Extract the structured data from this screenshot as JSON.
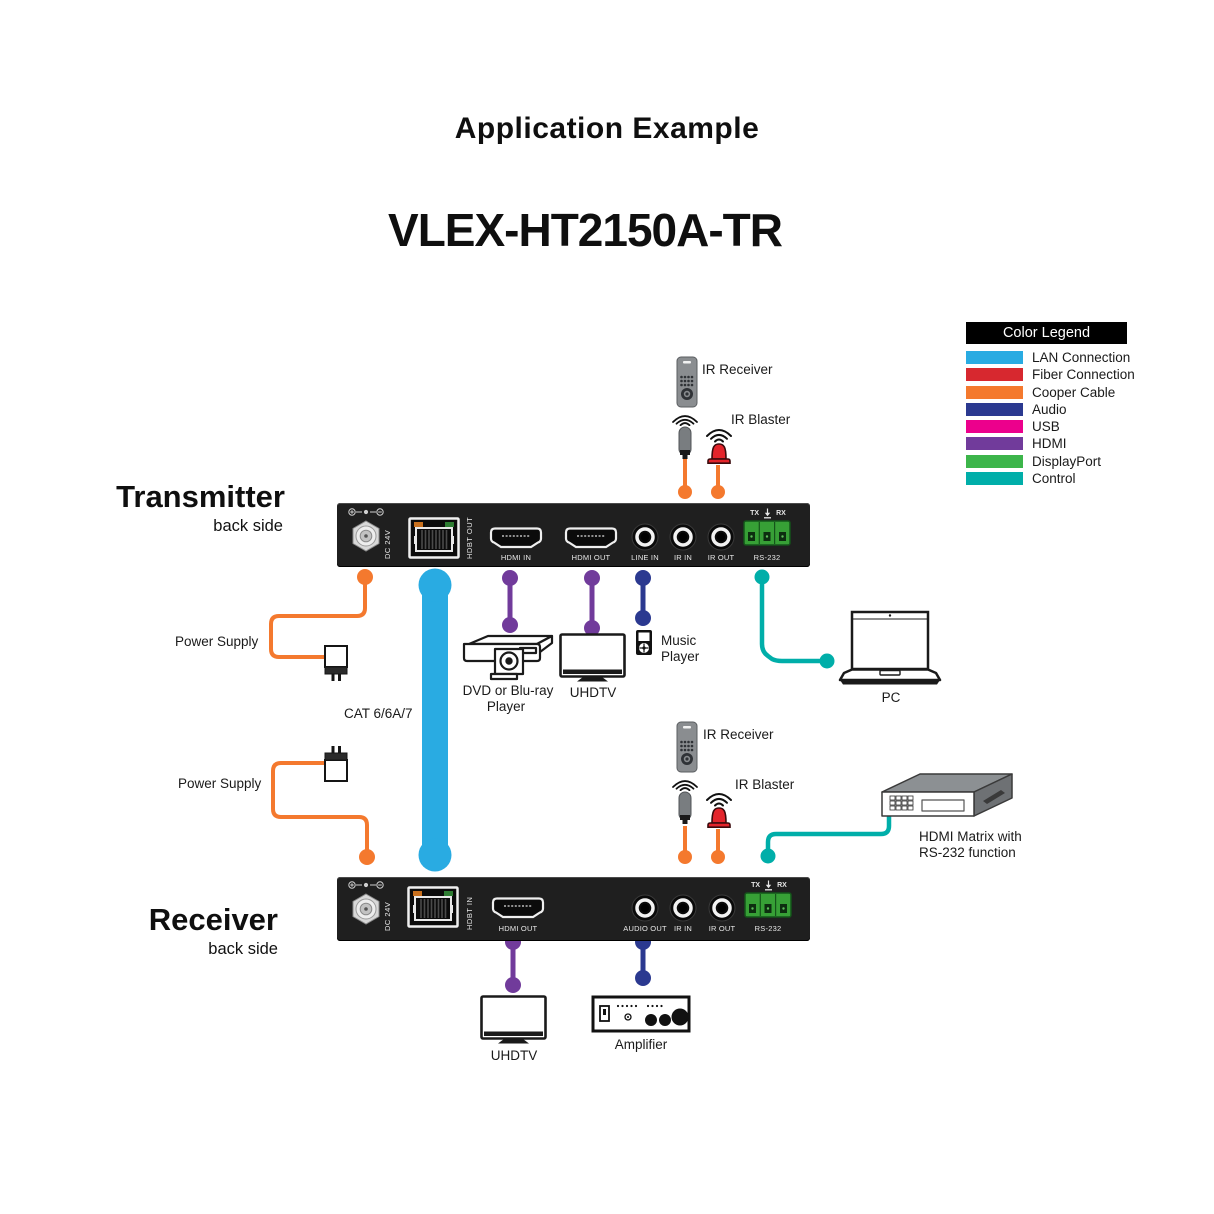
{
  "header": {
    "title": "Application Example",
    "model": "VLEX-HT2150A-TR"
  },
  "legend": {
    "title": "Color Legend",
    "items": [
      {
        "label": "LAN Connection",
        "color": "#29ABE2"
      },
      {
        "label": "Fiber Connection",
        "color": "#D7282F"
      },
      {
        "label": "Cooper Cable",
        "color": "#F4792E"
      },
      {
        "label": "Audio",
        "color": "#2B3990"
      },
      {
        "label": "USB",
        "color": "#EC008C"
      },
      {
        "label": "HDMI",
        "color": "#713B9B"
      },
      {
        "label": "DisplayPort",
        "color": "#3CB54A"
      },
      {
        "label": "Control",
        "color": "#00AEA9"
      }
    ]
  },
  "transmitter": {
    "label": "Transmitter",
    "sublabel": "back side",
    "ports": {
      "dc": "DC 24V",
      "hdbt": "HDBT OUT",
      "hdmi_in": "HDMI IN",
      "hdmi_out": "HDMI OUT",
      "line_in": "LINE IN",
      "ir_in": "IR IN",
      "ir_out": "IR OUT",
      "rs232": "RS-232",
      "tx": "TX",
      "rx": "RX"
    }
  },
  "receiver": {
    "label": "Receiver",
    "sublabel": "back side",
    "ports": {
      "dc": "DC 24V",
      "hdbt": "HDBT IN",
      "hdmi_out": "HDMI OUT",
      "audio_out": "AUDIO OUT",
      "ir_in": "IR IN",
      "ir_out": "IR OUT",
      "rs232": "RS-232",
      "tx": "TX",
      "rx": "RX"
    }
  },
  "peripherals": {
    "transmitter_side": {
      "ir_receiver": "IR Receiver",
      "ir_blaster": "IR Blaster",
      "power_supply": "Power Supply",
      "dvd_player": [
        "DVD or Blu-ray",
        "Player"
      ],
      "uhdtv": "UHDTV",
      "music_player": [
        "Music",
        "Player"
      ],
      "pc": "PC"
    },
    "receiver_side": {
      "ir_receiver": "IR Receiver",
      "ir_blaster": "IR Blaster",
      "power_supply": "Power Supply",
      "uhdtv": "UHDTV",
      "amplifier": "Amplifier",
      "hdmi_matrix": [
        "HDMI Matrix with",
        "RS-232 function"
      ]
    },
    "link": {
      "cat_cable": "CAT 6/6A/7"
    }
  }
}
